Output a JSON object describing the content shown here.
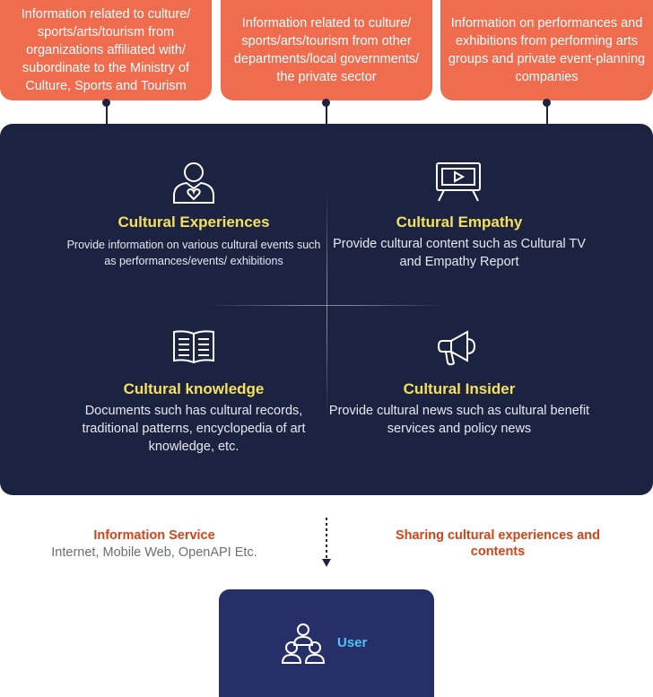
{
  "sources": [
    {
      "text": "Information related to culture/ sports/arts/tourism from organizations affiliated with/ subordinate to the Ministry of Culture, Sports and Tourism"
    },
    {
      "text": "Information related to culture/ sports/arts/tourism from other departments/local governments/ the private sector"
    },
    {
      "text": "Information on performances and exhibitions from performing arts groups and private event-planning companies"
    }
  ],
  "quadrants": [
    {
      "title": "Cultural Experiences",
      "desc": "Provide information on various cultural events such as performances/events/ exhibitions",
      "icon": "person-heart-icon"
    },
    {
      "title": "Cultural Empathy",
      "desc": "Provide cultural content such as Cultural TV and Empathy Report",
      "icon": "video-screen-icon"
    },
    {
      "title": "Cultural knowledge",
      "desc": "Documents such has cultural records, traditional patterns, encyclopedia of art knowledge, etc.",
      "icon": "open-book-icon"
    },
    {
      "title": "Cultural Insider",
      "desc": "Provide cultural news such as cultural benefit services and policy news",
      "icon": "megaphone-icon"
    }
  ],
  "services": {
    "left_title": "Information Service",
    "left_sub": "Internet, Mobile Web, OpenAPI Etc.",
    "right_title": "Sharing cultural experiences and contents"
  },
  "user": {
    "label": "User",
    "icon": "user-group-icon"
  },
  "colors": {
    "source_bg": "#ef6c4f",
    "panel_bg": "#1c2340",
    "title_yellow": "#f5e05c",
    "service_red": "#d84315",
    "user_bg": "#262f68",
    "user_label": "#4fc3f7"
  }
}
